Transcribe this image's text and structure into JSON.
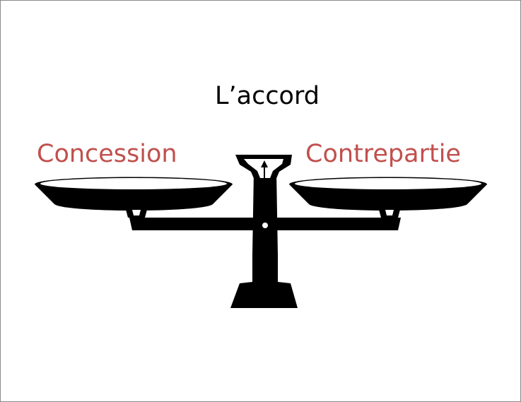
{
  "diagram": {
    "title": "L’accord",
    "left_pan_label": "Concession",
    "right_pan_label": "Contrepartie"
  },
  "colors": {
    "label_accent": "#c0504d",
    "scale": "#000000",
    "background": "#ffffff",
    "border": "#8a8a8a"
  },
  "icons": {
    "scale": "balance-scale-icon"
  }
}
